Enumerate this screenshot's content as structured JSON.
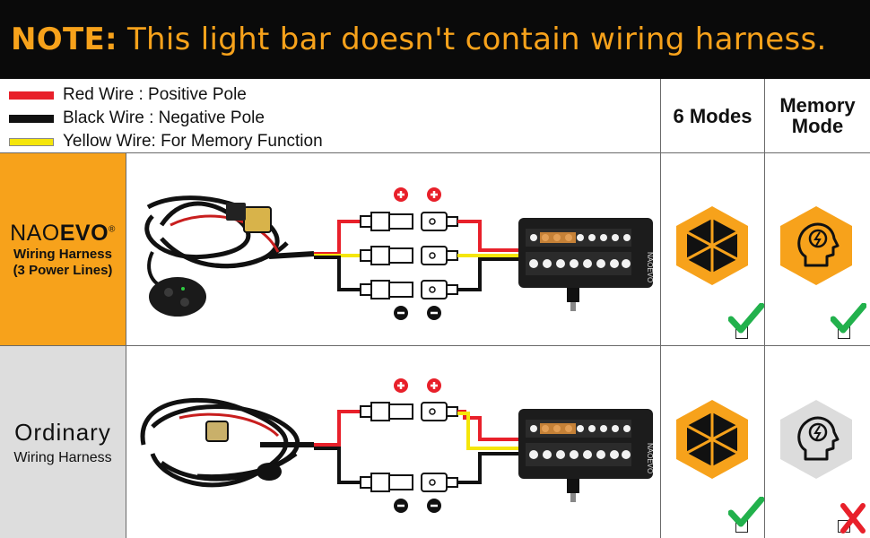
{
  "banner": {
    "prefix": "NOTE:",
    "message": "This light bar doesn't contain wiring harness."
  },
  "legend": [
    {
      "label": "Red Wire : Positive Pole",
      "color": "#e8202a"
    },
    {
      "label": "Black Wire : Negative Pole",
      "color": "#111111"
    },
    {
      "label": "Yellow Wire: For Memory Function",
      "color": "#f5e60a"
    }
  ],
  "headers": {
    "modes": "6 Modes",
    "memory_line1": "Memory",
    "memory_line2": "Mode"
  },
  "rows": [
    {
      "brand_a": "NAO",
      "brand_b": "EVO",
      "brand_mark": "®",
      "sub1": "Wiring Harness",
      "sub2": "(3 Power Lines)",
      "modes_supported": true,
      "memory_supported": true
    },
    {
      "title": "Ordinary",
      "sub1": "Wiring Harness",
      "modes_supported": true,
      "memory_supported": false
    }
  ],
  "light_bar": {
    "brand": "NAOEVO"
  },
  "colors": {
    "accent": "#f7a21b",
    "gray_panel": "#dddddd",
    "check": "#22b14c",
    "cross": "#e8202a",
    "hex_gray": "#dcdcdc"
  },
  "icons": [
    "plus-icon",
    "minus-icon",
    "hexagon-6-modes-icon",
    "head-lightning-icon",
    "checkmark-icon",
    "cross-icon",
    "wiring-harness-illustration",
    "led-light-bar-illustration"
  ]
}
